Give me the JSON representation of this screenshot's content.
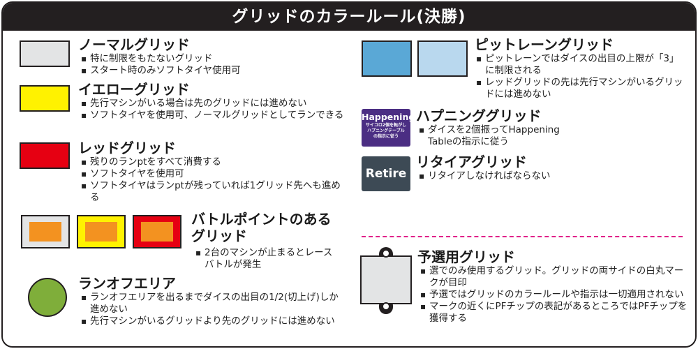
{
  "title": "グリッドのカラールール(決勝)",
  "colors": {
    "normal": "#e3e4e5",
    "yellow": "#fff200",
    "red": "#e60012",
    "orange": "#f39220",
    "green": "#7fae3a",
    "pit_dark": "#5aa8d6",
    "pit_light": "#b9d8ee",
    "happening": "#4b2e83",
    "retire": "#3d4a55",
    "dash": "#e0218a",
    "qualifying": "#e3e4e5"
  },
  "normal": {
    "heading": "ノーマルグリッド",
    "bullets": [
      "特に制限をもたないグリッド",
      "スタート時のみソフトタイヤ使用可"
    ]
  },
  "yellow": {
    "heading": "イエローグリッド",
    "bullets": [
      "先行マシンがいる場合は先のグリッドには進めない",
      "ソフトタイヤを使用可、ノーマルグリッドとしてランできる"
    ]
  },
  "red": {
    "heading": "レッドグリッド",
    "bullets": [
      "残りのランptをすべて消費する",
      "ソフトタイヤを使用可",
      "ソフトタイヤはランptが残っていれば1グリッド先へも進める"
    ]
  },
  "battle": {
    "heading_line1": "バトルポイントのある",
    "heading_line2": "グリッド",
    "bullets": [
      "2台のマシンが止まるとレースバトルが発生"
    ]
  },
  "runoff": {
    "heading": "ランオフエリア",
    "bullets": [
      "ランオフエリアを出るまでダイスの出目の1/2(切上げ)しか進めない",
      "先行マシンがいるグリッドより先のグリッドには進めない"
    ]
  },
  "pitlane": {
    "heading": "ピットレーングリッド",
    "bullets": [
      "ピットレーンではダイスの出目の上限が「3」に制限される",
      "レッドグリッドの先は先行マシンがいるグリッドには進めない"
    ]
  },
  "happening": {
    "heading": "ハプニンググリッド",
    "icon_title": "Happening",
    "icon_sub1": "サイコロ2個を転がし",
    "icon_sub2": "ハプニングテーブル",
    "icon_sub3": "の指示に従う",
    "bullets": [
      "ダイスを2個振ってHappening Tableの指示に従う"
    ]
  },
  "retire": {
    "heading": "リタイアグリッド",
    "icon_label": "Retire",
    "bullets": [
      "リタイアしなければならない"
    ]
  },
  "qualifying": {
    "heading": "予選用グリッド",
    "bullets": [
      "選でのみ使用するグリッド。グリッドの両サイドの白丸マークが目印",
      "予選ではグリッドのカラールールや指示は一切適用されない",
      "マークの近くにPFチップの表記があるところではPFチップを獲得する"
    ]
  }
}
